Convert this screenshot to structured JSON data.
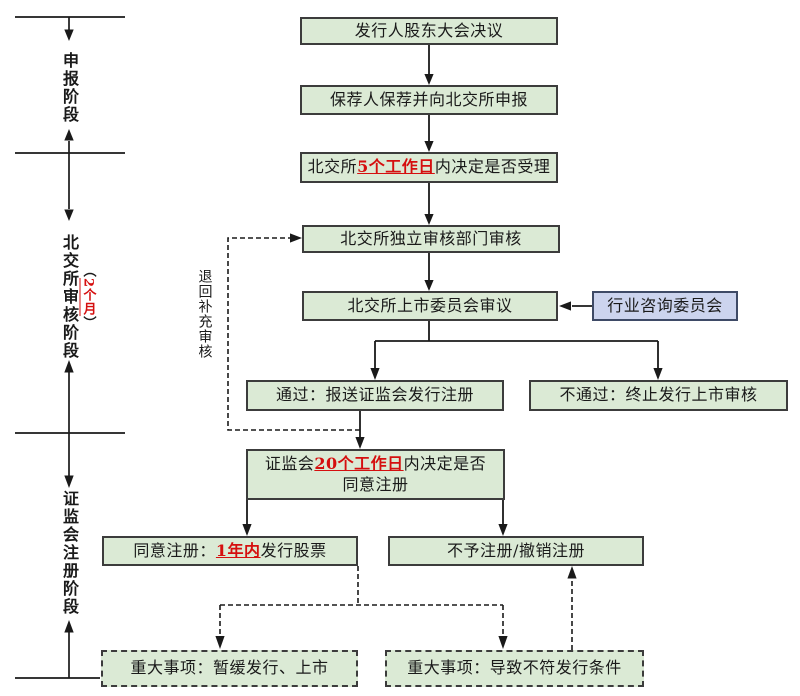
{
  "palette": {
    "process_box_fill": "#dbead5",
    "process_box_border": "#3c3c3c",
    "advisory_box_fill": "#ccd4ee",
    "advisory_box_border": "#3e4a66",
    "highlight_red": "#d50f0f",
    "line_color": "#1a1a1a",
    "background": "#ffffff"
  },
  "rail": {
    "phases": [
      {
        "label": "申报阶段"
      },
      {
        "label": "北交所审核阶段"
      },
      {
        "label": "证监会注册阶段"
      }
    ],
    "phase2_duration_parts": [
      {
        "t": "（"
      },
      {
        "t": "2个月",
        "red": true
      },
      {
        "t": "）"
      }
    ]
  },
  "flow": {
    "shareholder_resolution": {
      "parts": [
        {
          "t": "发行人股东大会决议"
        }
      ]
    },
    "sponsor_declaration": {
      "parts": [
        {
          "t": "保荐人保荐并向北交所申报"
        }
      ]
    },
    "acceptance_decision": {
      "parts": [
        {
          "t": "北交所"
        },
        {
          "t": "5个工作日",
          "red": true
        },
        {
          "t": "内决定是否受理"
        }
      ]
    },
    "independent_review": {
      "parts": [
        {
          "t": "北交所独立审核部门审核"
        }
      ]
    },
    "listing_committee": {
      "parts": [
        {
          "t": "北交所上市委员会审议"
        }
      ]
    },
    "industry_advisory": {
      "parts": [
        {
          "t": "行业咨询委员会"
        }
      ]
    },
    "pass_submit": {
      "parts": [
        {
          "t": "通过：报送证监会发行注册"
        }
      ]
    },
    "fail_terminate": {
      "parts": [
        {
          "t": "不通过：终止发行上市审核"
        }
      ]
    },
    "csrc_decision": {
      "parts": [
        {
          "t": "证监会"
        },
        {
          "t": "20个工作日",
          "red": true
        },
        {
          "t": "内决定是否"
        },
        {
          "br": true
        },
        {
          "t": "同意注册"
        }
      ]
    },
    "approve_issue": {
      "parts": [
        {
          "t": "同意注册："
        },
        {
          "t": "1年内",
          "red": true
        },
        {
          "t": "发行股票"
        }
      ]
    },
    "deny_revoke": {
      "parts": [
        {
          "t": "不予注册/撤销注册"
        }
      ]
    },
    "major_suspend": {
      "parts": [
        {
          "t": "重大事项：暂缓发行、上市"
        }
      ]
    },
    "major_noncompliant": {
      "parts": [
        {
          "t": "重大事项：导致不符发行条件"
        }
      ]
    }
  },
  "annotations": {
    "return_loop_label": "退回补充审核"
  }
}
